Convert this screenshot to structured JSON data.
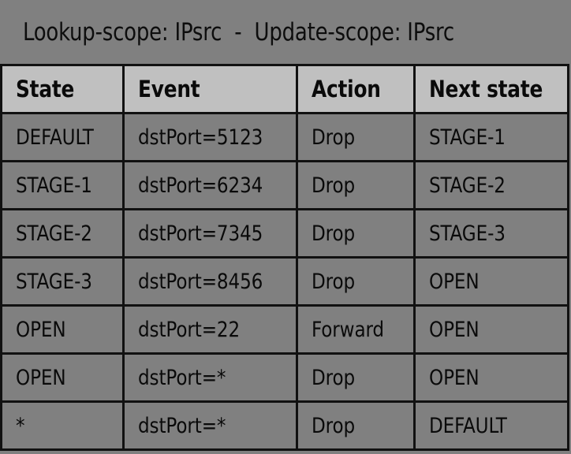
{
  "title": {
    "text": "Lookup-scope: IPsrc  -  Update-scope: IPsrc",
    "lookup_scope_label": "Lookup-scope:",
    "lookup_scope_value": "IPsrc",
    "update_scope_label": "Update-scope:",
    "update_scope_value": "IPsrc"
  },
  "colors": {
    "page_background": "#808080",
    "header_background": "#c0c0c0",
    "cell_background": "#808080",
    "border": "#111111",
    "text": "#0a0a0a"
  },
  "table": {
    "columns": [
      {
        "key": "state",
        "label": "State"
      },
      {
        "key": "event",
        "label": "Event"
      },
      {
        "key": "action",
        "label": "Action"
      },
      {
        "key": "next_state",
        "label": "Next state"
      }
    ],
    "rows": [
      {
        "state": "DEFAULT",
        "event": "dstPort=5123",
        "action": "Drop",
        "next_state": "STAGE-1"
      },
      {
        "state": "STAGE-1",
        "event": "dstPort=6234",
        "action": "Drop",
        "next_state": "STAGE-2"
      },
      {
        "state": "STAGE-2",
        "event": "dstPort=7345",
        "action": "Drop",
        "next_state": "STAGE-3"
      },
      {
        "state": "STAGE-3",
        "event": "dstPort=8456",
        "action": "Drop",
        "next_state": "OPEN"
      },
      {
        "state": "OPEN",
        "event": "dstPort=22",
        "action": "Forward",
        "next_state": "OPEN"
      },
      {
        "state": "OPEN",
        "event": "dstPort=*",
        "action": "Drop",
        "next_state": "OPEN"
      },
      {
        "state": "*",
        "event": "dstPort=*",
        "action": "Drop",
        "next_state": "DEFAULT"
      }
    ]
  }
}
